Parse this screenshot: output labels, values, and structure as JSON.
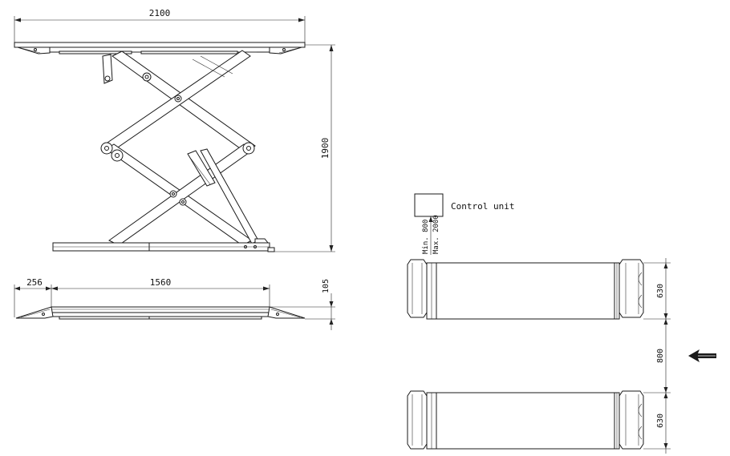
{
  "dimensions": {
    "overall_length": "2100",
    "max_height": "1900",
    "ramp_length": "256",
    "platform_length": "1560",
    "lowered_height": "105",
    "platform_width_top": "630",
    "platform_gap": "800",
    "platform_width_bottom": "630",
    "hose_min": "Min. 800",
    "hose_max": "Max. 2000"
  },
  "labels": {
    "control_unit": "Control unit"
  },
  "icons": {
    "direction_arrow": "arrow-left-icon"
  }
}
